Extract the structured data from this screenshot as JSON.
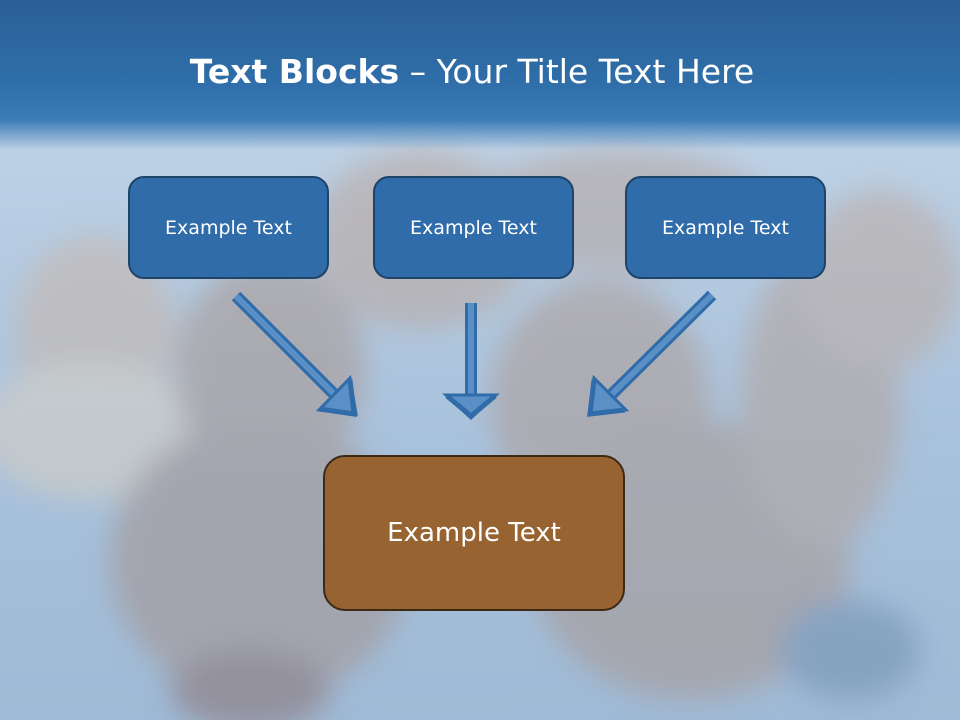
{
  "slide": {
    "title_bold": "Text Blocks",
    "title_dash": " – ",
    "title_rest": "Your Title Text Here"
  },
  "boxes": [
    {
      "label": "Example Text"
    },
    {
      "label": "Example Text"
    },
    {
      "label": "Example Text"
    }
  ],
  "result_box": {
    "label": "Example Text"
  },
  "colors": {
    "header_blue": "#2f6ca9",
    "box_blue": "#2f6ca9",
    "box_border": "#1e4468",
    "result_brown": "#976330",
    "arrow_blue": "#2f6ca9"
  },
  "icons": [
    "arrow-down-right-icon",
    "arrow-down-icon",
    "arrow-down-left-icon"
  ]
}
